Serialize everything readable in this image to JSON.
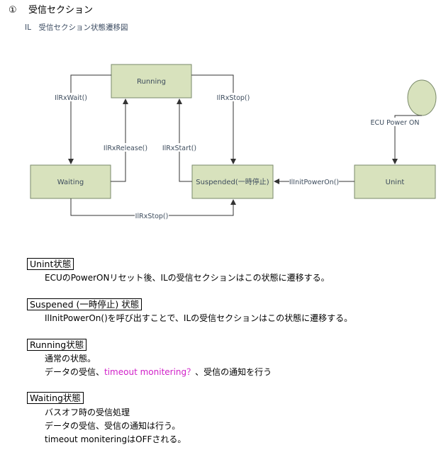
{
  "heading": {
    "number": "①",
    "title": "受信セクション"
  },
  "subheading": "IL　受信セクション状態遷移図",
  "diagram": {
    "states": {
      "running": "Running",
      "waiting": "Waiting",
      "suspended": "Suspended(一時停止)",
      "unint": "Unint"
    },
    "edges": {
      "il_rx_wait": "IlRxWait()",
      "il_rx_stop_top": "IlRxStop()",
      "il_rx_release": "IlRxRelease()",
      "il_rx_start": "IlRxStart()",
      "il_init_power_on": "IlInitPowerOn()",
      "il_rx_stop_bottom": "IlRxStop()",
      "ecu_power_on": "ECU Power ON"
    },
    "colors": {
      "state_fill": "#d8e2bd",
      "state_border": "#7a8a6a",
      "initial_fill": "#d8e2bd"
    }
  },
  "sections": [
    {
      "title": "Unint状態",
      "lines": [
        {
          "text": "ECUのPowerONリセット後、ILの受信セクションはこの状態に遷移する。"
        }
      ]
    },
    {
      "title": "Suspened (一時停止) 状態",
      "lines": [
        {
          "text": "IlInitPowerOn()を呼び出すことで、ILの受信セクションはこの状態に遷移する。"
        }
      ]
    },
    {
      "title": "Running状態",
      "lines": [
        {
          "text": "通常の状態。"
        },
        {
          "pre": "データの受信、",
          "highlight": "timeout monitering？",
          "post": "、受信の通知を行う"
        }
      ]
    },
    {
      "title": "Waiting状態",
      "lines": [
        {
          "text": "バスオフ時の受信処理"
        },
        {
          "text": "データの受信、受信の通知は行う。"
        },
        {
          "text": "timeout moniteringはOFFされる。"
        }
      ]
    }
  ]
}
